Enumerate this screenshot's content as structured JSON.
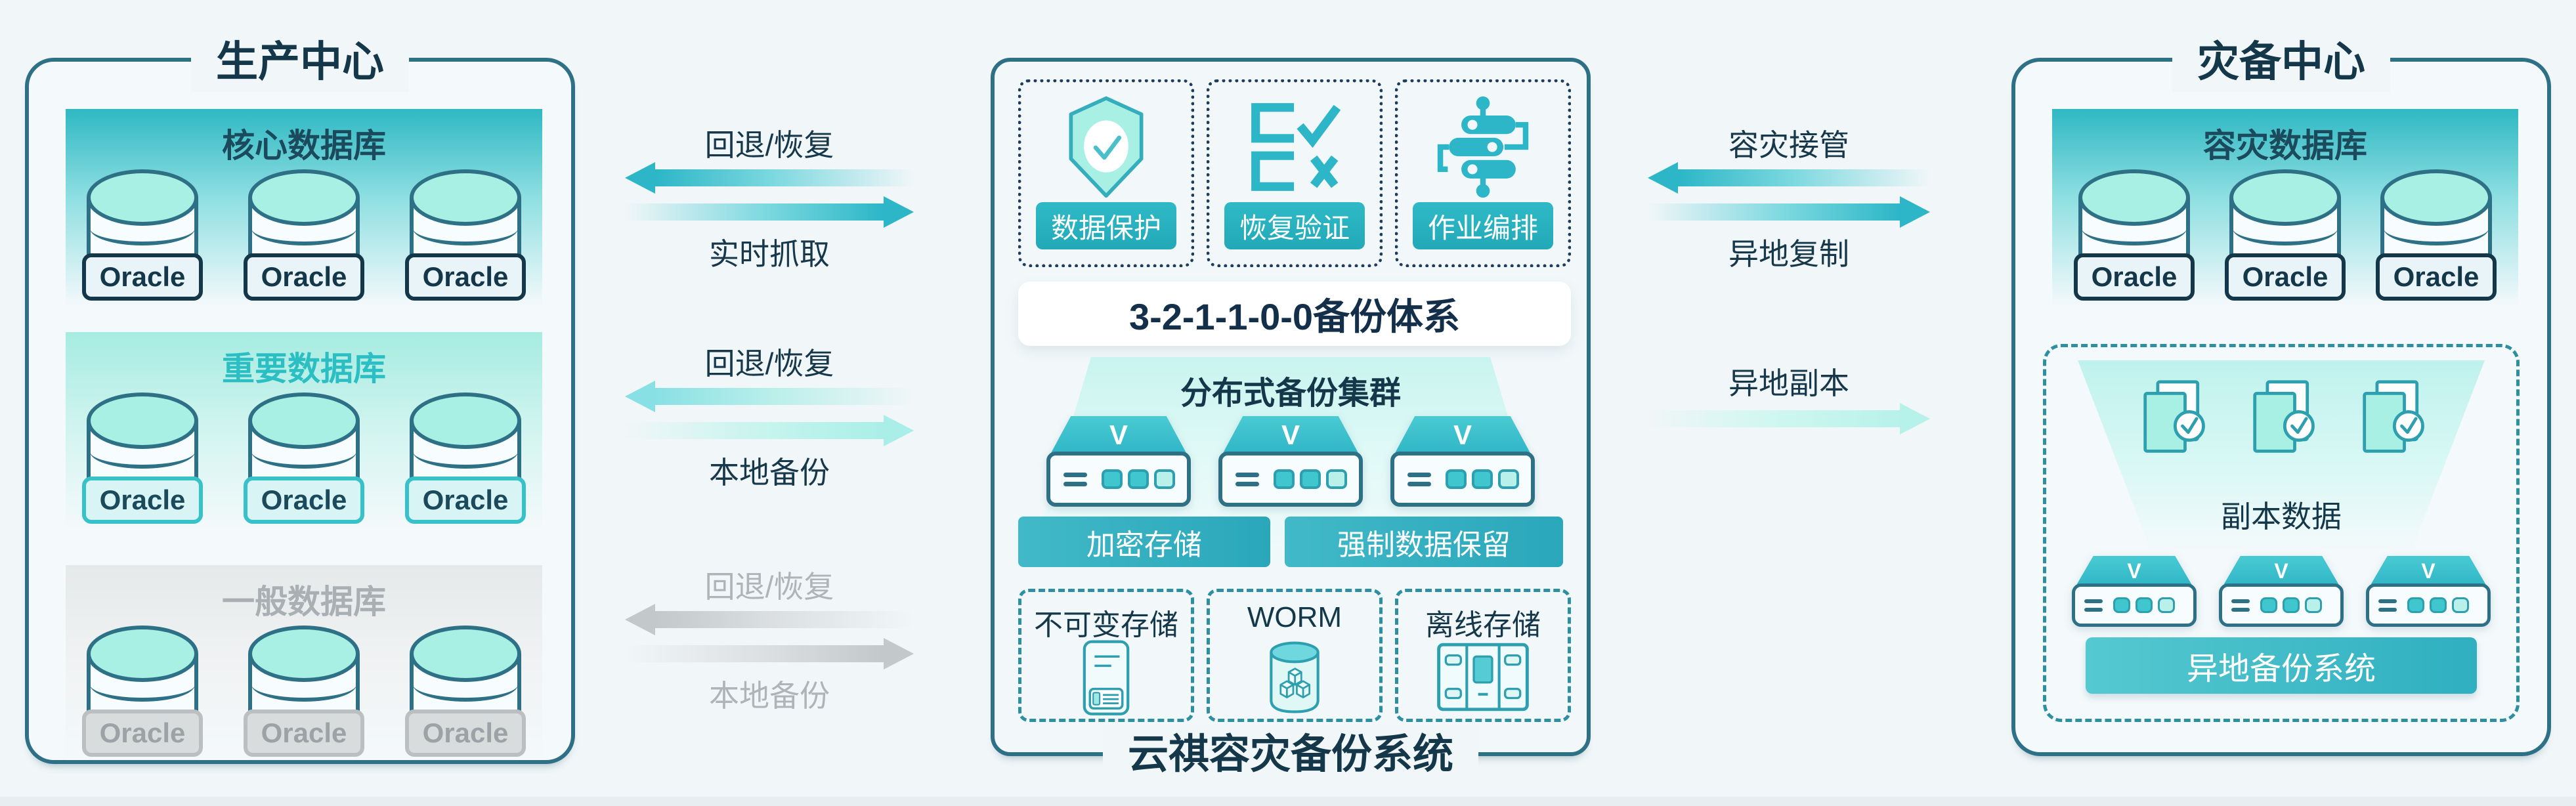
{
  "colors": {
    "accent_teal": "#2CB6C7",
    "dark_navy": "#14384A",
    "border_teal": "#2E7186",
    "pale_teal": "#96E6E4",
    "gray_arrow": "#C3C8CA",
    "mint": "#A9F0E4"
  },
  "left_panel": {
    "title": "生产中心",
    "groups": [
      {
        "title": "核心数据库"
      },
      {
        "title": "重要数据库"
      },
      {
        "title": "一般数据库"
      }
    ]
  },
  "labels": {
    "oracle": "Oracle",
    "v_logo": "V"
  },
  "middle_panel": {
    "features": [
      {
        "label": "数据保护",
        "icon": "shield-check-icon"
      },
      {
        "label": "恢复验证",
        "icon": "checklist-icon"
      },
      {
        "label": "作业编排",
        "icon": "orchestration-icon"
      }
    ],
    "backup_system": "3-2-1-1-0-0备份体系",
    "cluster": "分布式备份集群",
    "storage_buttons": [
      {
        "label": "加密存储"
      },
      {
        "label": "强制数据保留"
      }
    ],
    "storage_types": [
      {
        "label": "不可变存储",
        "icon": "immutable-storage-icon"
      },
      {
        "label": "WORM",
        "icon": "worm-icon"
      },
      {
        "label": "离线存储",
        "icon": "offline-storage-icon"
      }
    ],
    "bottom_title": "云祺容灾备份系统"
  },
  "right_panel": {
    "title": "灾备中心",
    "group_title": "容灾数据库",
    "replica_label": "副本数据",
    "offsite_system": "异地备份系统"
  },
  "arrows": {
    "left_top": {
      "up": "回退/恢复",
      "down": "实时抓取"
    },
    "left_mid": {
      "up": "回退/恢复",
      "down": "本地备份"
    },
    "left_bottom": {
      "up": "回退/恢复",
      "down": "本地备份"
    },
    "right_top": {
      "up": "容灾接管",
      "down": "异地复制"
    },
    "right_single": {
      "label": "异地副本"
    }
  }
}
